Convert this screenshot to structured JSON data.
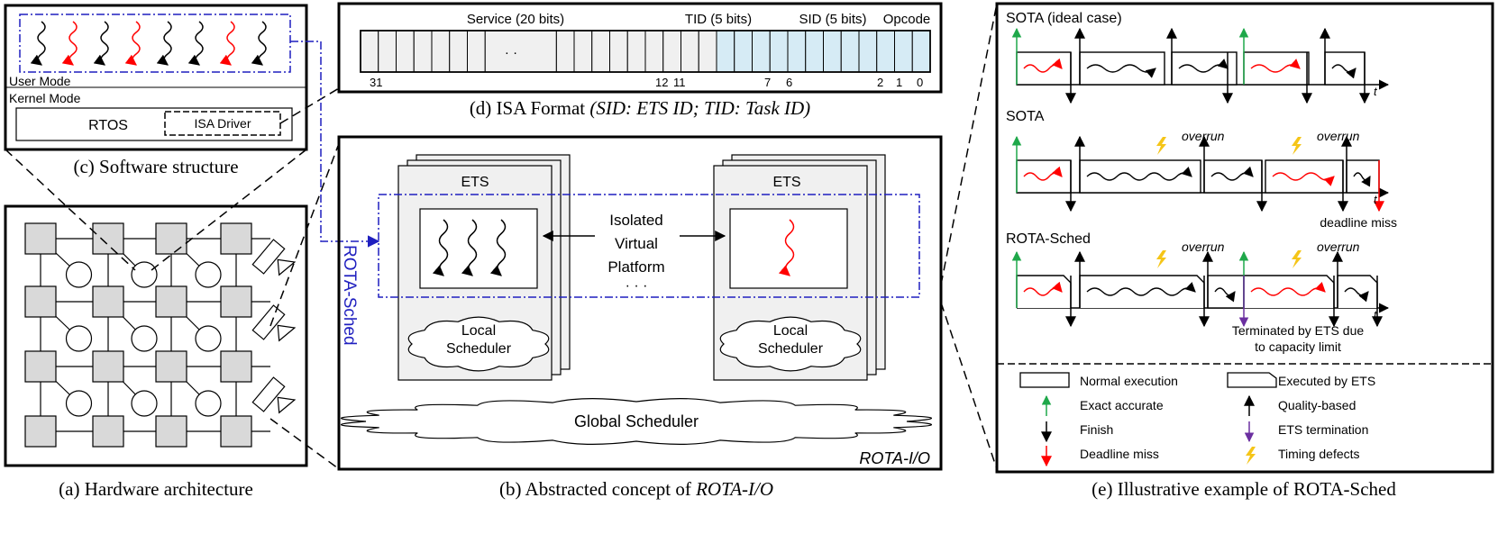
{
  "colors": {
    "ink": "#000000",
    "accent_red": "#ff0000",
    "accent_blue": "#1f1fbf",
    "accent_green": "#1fa84a",
    "accent_purple": "#6b2fa0",
    "lightning": "#f5c518",
    "field_fill": "#f0f0f0",
    "id_fill": "#d6ebf5",
    "node_fill": "#d9d9d9"
  },
  "panels": {
    "a": {
      "caption": "(a) Hardware architecture"
    },
    "b": {
      "caption_prefix": "(b) Abstracted concept of ",
      "caption_italic": "ROTA-I/O",
      "corner_label": "ROTA-I/O",
      "ets_left": "ETS",
      "ets_right": "ETS",
      "isolated": [
        "Isolated",
        "Virtual",
        "Platform"
      ],
      "dots": "· · ·",
      "local_left": [
        "Local",
        "Scheduler"
      ],
      "local_right": [
        "Local",
        "Scheduler"
      ],
      "global": "Global Scheduler",
      "side_label": "ROTA-Sched"
    },
    "c": {
      "caption": "(c) Software structure",
      "user_mode": "User Mode",
      "kernel_mode": "Kernel Mode",
      "rtos": "RTOS",
      "driver": "ISA Driver"
    },
    "d": {
      "caption_prefix": "(d) ISA Format ",
      "caption_italic": "(SID: ETS ID; TID: Task ID)",
      "service": "Service (20 bits)",
      "tid": "TID (5 bits)",
      "sid": "SID (5 bits)",
      "opcode": "Opcode",
      "ellipsis": "· ·",
      "bits": [
        "31",
        "12",
        "11",
        "7",
        "6",
        "2",
        "1",
        "0"
      ]
    },
    "e": {
      "caption": "(e) Illustrative example of ROTA-Sched",
      "row_titles": [
        "SOTA (ideal case)",
        "SOTA",
        "ROTA-Sched"
      ],
      "axis_label": "t",
      "overrun": "overrun",
      "deadline_note": "deadline miss",
      "terminated_note": [
        "Terminated by ETS due",
        "to capacity limit"
      ],
      "legend": {
        "normal": "Normal execution",
        "ets_exec": "Executed by ETS",
        "exact": "Exact accurate",
        "quality": "Quality-based",
        "finish": "Finish",
        "ets_term": "ETS termination",
        "miss": "Deadline miss",
        "defects": "Timing defects"
      }
    }
  }
}
